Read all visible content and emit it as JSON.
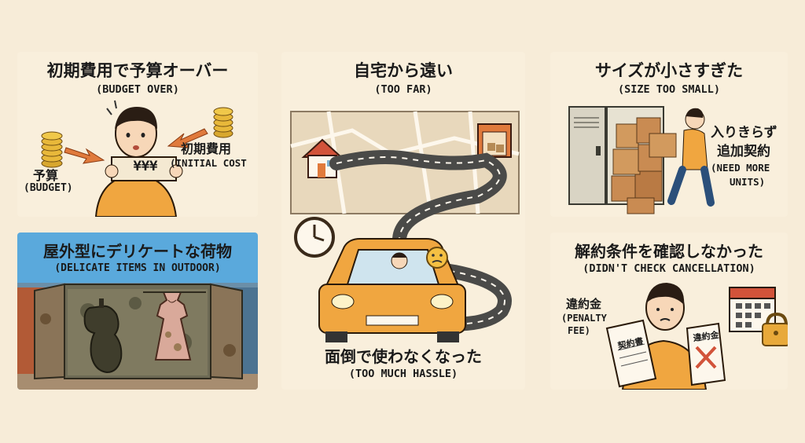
{
  "panels": {
    "budget": {
      "title": "初期費用で予算オーバー",
      "subtitle": "(BUDGET OVER)",
      "label_budget_jp": "予算",
      "label_budget_en": "(BUDGET)",
      "label_initial_jp": "初期費用",
      "label_initial_en": "(INITIAL COST",
      "sign_text": "¥¥¥"
    },
    "distance": {
      "title": "自宅から遠い",
      "subtitle": "(TOO FAR)",
      "bottom_title": "面倒で使わなくなった",
      "bottom_subtitle": "(TOO MUCH HASSLE)"
    },
    "size": {
      "title": "サイズが小さすぎた",
      "subtitle": "(SIZE TOO SMALL)",
      "note_line1": "入りきらず",
      "note_line2": "追加契約",
      "note_en_line1": "(NEED MORE",
      "note_en_line2": "UNITS)"
    },
    "delicate": {
      "title": "屋外型にデリケートな荷物",
      "subtitle": "(DELICATE ITEMS IN OUTDOOR)"
    },
    "cancel": {
      "title": "解約条件を確認しなかった",
      "subtitle": "(DIDN'T CHECK CANCELLATION)",
      "penalty_jp": "違約金",
      "penalty_en_line1": "(PENALTY",
      "penalty_en_line2": "FEE)",
      "doc_left": "契約書",
      "doc_right": "違約金"
    }
  }
}
